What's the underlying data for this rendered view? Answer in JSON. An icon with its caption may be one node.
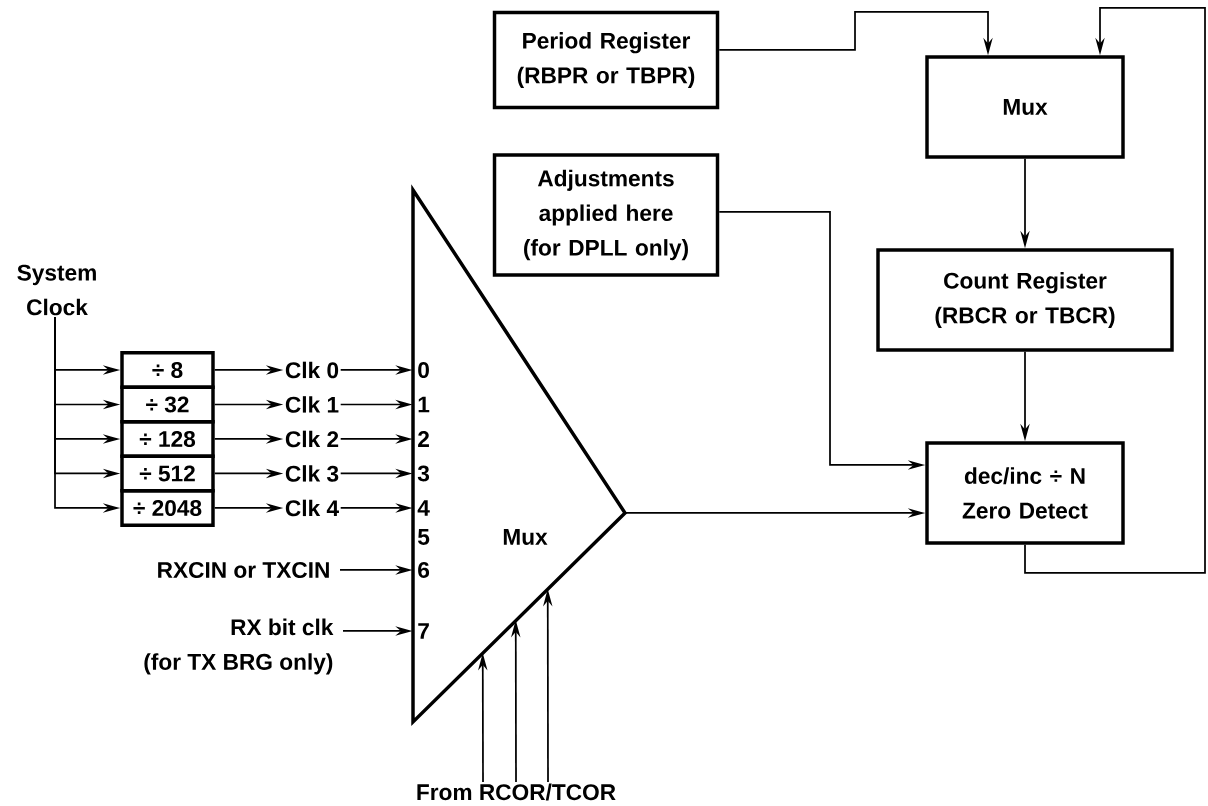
{
  "diagram": {
    "nodes": [
      {
        "text": [
          "Period Register",
          "(RBPR or TBPR)"
        ]
      },
      {
        "text": [
          "Adjustments applied here",
          "(for DPLL only)"
        ]
      },
      {
        "text": [
          "Mux"
        ]
      },
      {
        "text": [
          "Count Register",
          "(RBCR or TBCR)"
        ]
      },
      {
        "text": [
          "dec/inc ÷ N",
          "Zero Detect"
        ]
      },
      {
        "text": [
          "System Clock"
        ]
      },
      {
        "text": [
          "÷ 8"
        ]
      },
      {
        "text": [
          "÷ 32"
        ]
      },
      {
        "text": [
          "÷ 128"
        ]
      },
      {
        "text": [
          "÷ 512"
        ]
      },
      {
        "text": [
          "÷ 2048"
        ]
      },
      {
        "text": [
          "Clk 0"
        ]
      },
      {
        "text": [
          "Clk 1"
        ]
      },
      {
        "text": [
          "Clk 2"
        ]
      },
      {
        "text": [
          "Clk 3"
        ]
      },
      {
        "text": [
          "Clk 4"
        ]
      },
      {
        "text": [
          "Mux"
        ]
      },
      {
        "text": [
          "RXCIN or TXCIN"
        ]
      },
      {
        "text": [
          "RX bit clk",
          "(for TX BRG only)"
        ]
      },
      {
        "text": [
          "From RCOR/TCOR"
        ]
      }
    ],
    "edges": [
      {
        "from": 0,
        "to": 2,
        "arrow": "to"
      },
      {
        "from": 4,
        "to": 2,
        "arrow": "to"
      },
      {
        "from": 2,
        "to": 3,
        "arrow": "to"
      },
      {
        "from": 3,
        "to": 4,
        "arrow": "to"
      },
      {
        "from": 1,
        "to": 4,
        "arrow": "to"
      },
      {
        "from": 16,
        "to": 4,
        "arrow": "to"
      },
      {
        "from": 5,
        "to": 6,
        "arrow": "to"
      },
      {
        "from": 5,
        "to": 7,
        "arrow": "to"
      },
      {
        "from": 5,
        "to": 8,
        "arrow": "to"
      },
      {
        "from": 5,
        "to": 9,
        "arrow": "to"
      },
      {
        "from": 5,
        "to": 10,
        "arrow": "to"
      },
      {
        "from": 6,
        "to": 11,
        "arrow": "to"
      },
      {
        "from": 7,
        "to": 12,
        "arrow": "to"
      },
      {
        "from": 8,
        "to": 13,
        "arrow": "to"
      },
      {
        "from": 9,
        "to": 14,
        "arrow": "to"
      },
      {
        "from": 10,
        "to": 15,
        "arrow": "to"
      },
      {
        "from": 11,
        "to": 16,
        "arrow": "to"
      },
      {
        "from": 12,
        "to": 16,
        "arrow": "to"
      },
      {
        "from": 13,
        "to": 16,
        "arrow": "to"
      },
      {
        "from": 14,
        "to": 16,
        "arrow": "to"
      },
      {
        "from": 15,
        "to": 16,
        "arrow": "to"
      },
      {
        "from": 17,
        "to": 16,
        "arrow": "to"
      },
      {
        "from": 18,
        "to": 16,
        "arrow": "to"
      },
      {
        "from": 19,
        "to": 16,
        "arrow": "to"
      },
      {
        "from": 19,
        "to": 16,
        "arrow": "to"
      },
      {
        "from": 19,
        "to": 16,
        "arrow": "to"
      }
    ],
    "labels": [
      "0",
      "1",
      "2",
      "3",
      "4",
      "5",
      "6",
      "7"
    ]
  }
}
